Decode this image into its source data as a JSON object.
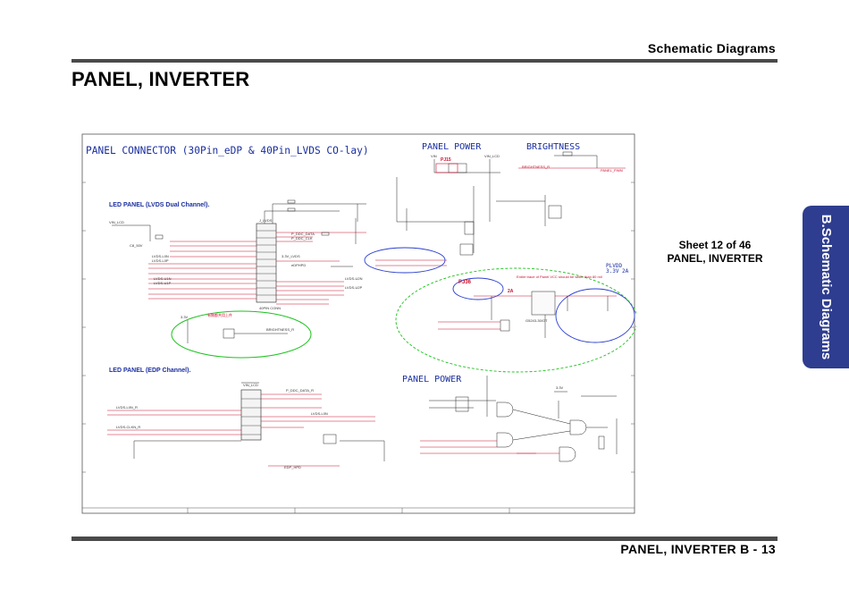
{
  "header": {
    "section_title": "Schematic  Diagrams"
  },
  "page": {
    "title": "PANEL, INVERTER"
  },
  "side_tab": {
    "label": "B.Schematic Diagrams"
  },
  "sheet": {
    "line1": "Sheet 12 of 46",
    "line2": "PANEL, INVERTER"
  },
  "footer": {
    "text": "PANEL, INVERTER  B  -  13"
  },
  "schematic": {
    "headings": {
      "panel_connector": "PANEL CONNECTOR (30Pin_eDP & 40Pin_LVDS CO-lay)",
      "panel_power_top": "PANEL POWER",
      "brightness": "BRIGHTNESS",
      "lvds_dual": "LED PANEL (LVDS Dual Channel).",
      "edp": "LED PANEL (EDP Channel).",
      "panel_power_bottom": "PANEL POWER"
    },
    "labels": {
      "pj15": "PJ15",
      "pj36": "PJ36",
      "plvdd": "PLVDD",
      "plvdd_v": "3.3V 2A",
      "amp": "2A",
      "trace_note": "Entire trace of Panel VCC should be wider than 80 mil",
      "vin_lcd": "VIN_LCD",
      "vin": "VIN",
      "v3": "3.3V",
      "brightness_pwm": "BRIGHTNESS_R",
      "panel_pwm": "PANEL_PWM",
      "pwr_ic": "G5243-30/OT",
      "note_cn": "有無都共用上件"
    }
  }
}
